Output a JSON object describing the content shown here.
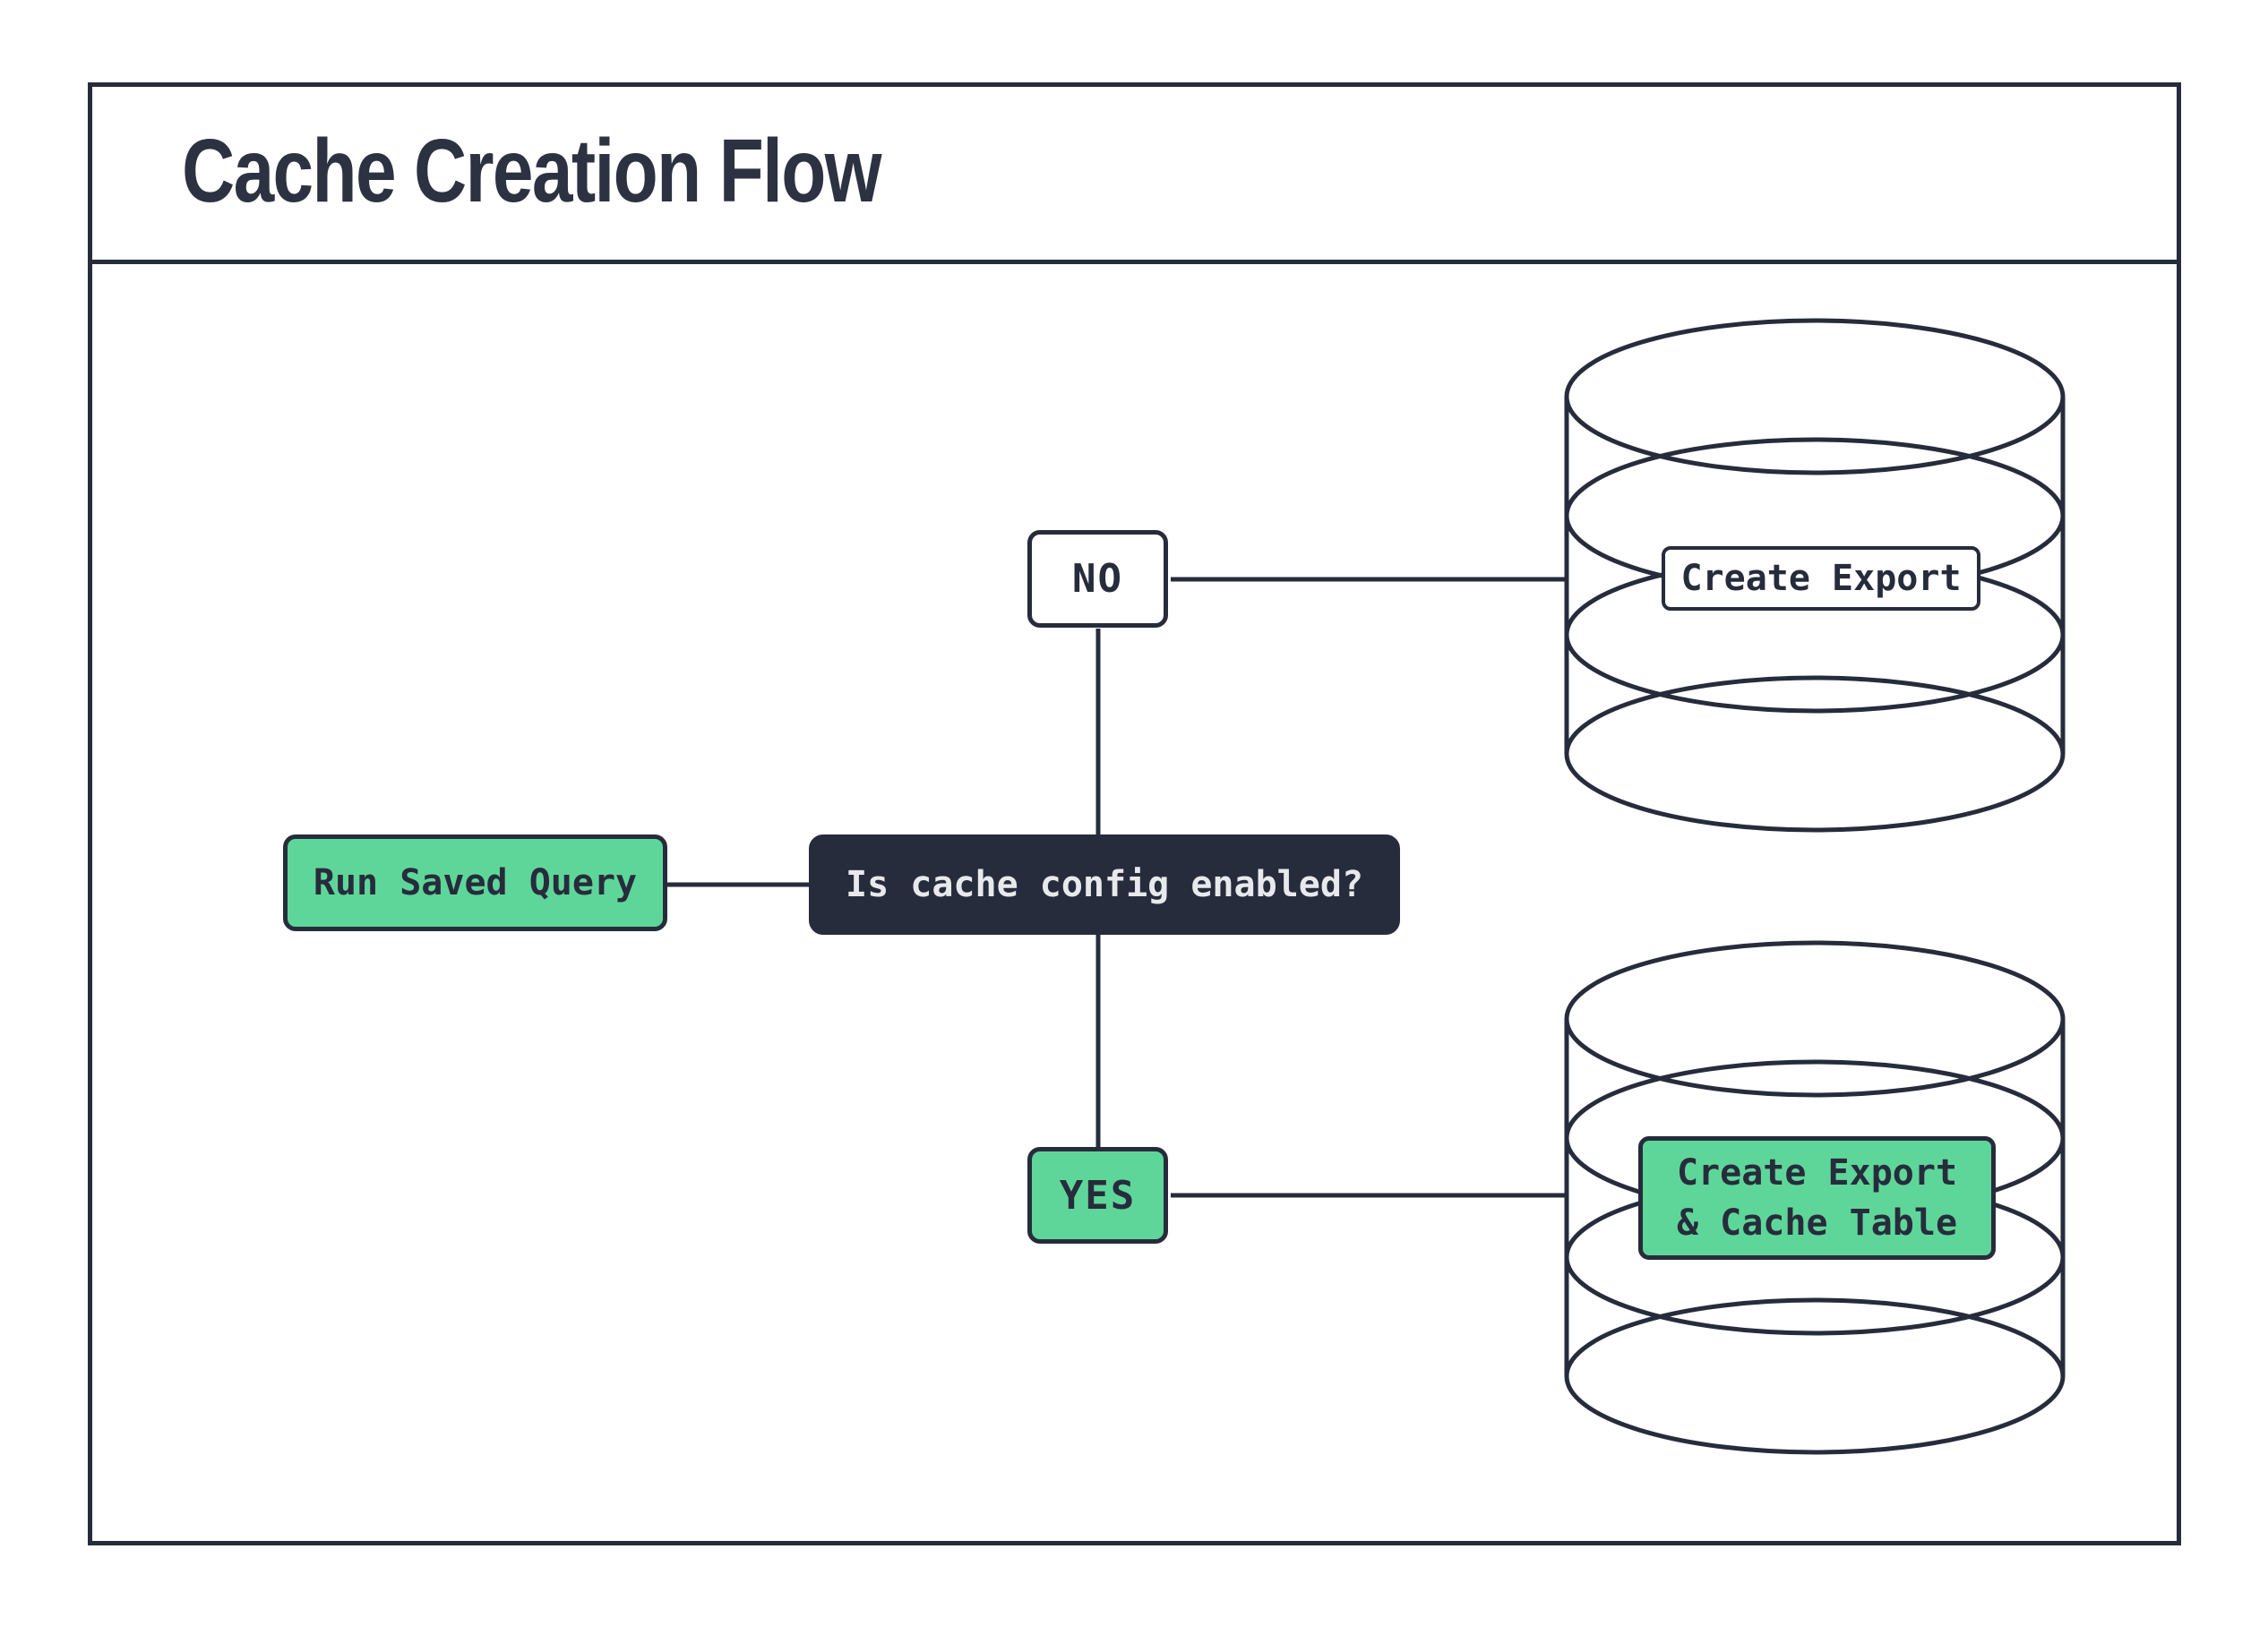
{
  "header": {
    "title": "Cache Creation Flow"
  },
  "flow": {
    "start": {
      "label": "Run Saved Query"
    },
    "decision": {
      "label": "Is cache config enabled?"
    },
    "branch_no": {
      "label": "NO"
    },
    "branch_yes": {
      "label": "YES"
    },
    "database_no": {
      "action_label": "Create Export"
    },
    "database_yes": {
      "action_line1": "Create Export",
      "action_line2": "& Cache Table"
    }
  },
  "colors": {
    "ink": "#272c3c",
    "title_text": "#2d3242",
    "accent_green": "#5fd699",
    "dark_node_bg": "#272c3c",
    "dark_node_text": "#e8e9ec",
    "background": "#ffffff"
  }
}
